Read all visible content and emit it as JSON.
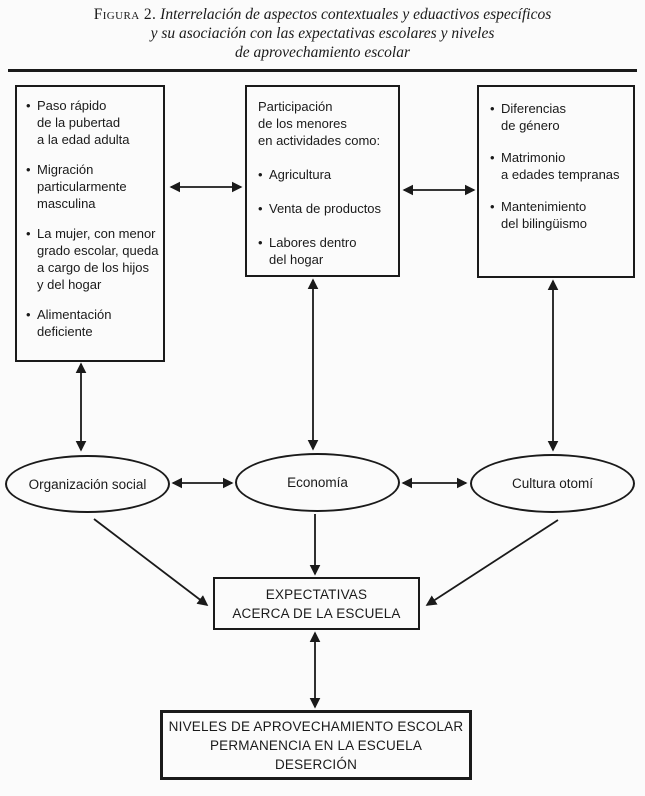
{
  "figure_caption": {
    "label": "Figura 2.",
    "line1": "Interrelación de aspectos contextuales y eduactivos específicos",
    "line2": "y su asociación con las expectativas escolares y niveles",
    "line3": "de aprovechamiento escolar"
  },
  "glyphs": {
    "bullet": "•"
  },
  "colors": {
    "ink": "#1a1a1a",
    "paper": "#fbfbfb"
  },
  "top_boxes": {
    "social_context": {
      "items": [
        "Paso rápido\nde la pubertad\na la edad adulta",
        "Migración\nparticularmente\nmasculina",
        "La mujer, con menor\ngrado escolar, queda\na cargo de los hijos\ny del hogar",
        "Alimentación\ndeficiente"
      ]
    },
    "child_activities": {
      "header": "Participación\nde los menores\nen actividades como:",
      "items": [
        "Agricultura",
        "Venta de productos",
        "Labores dentro\ndel hogar"
      ]
    },
    "cultural_factors": {
      "items": [
        "Diferencias\nde género",
        "Matrimonio\na edades tempranas",
        "Mantenimiento\ndel bilingüismo"
      ]
    }
  },
  "ellipses": {
    "left": "Organización social",
    "center": "Economía",
    "right": "Cultura otomí"
  },
  "outcome_boxes": {
    "expectations": "EXPECTATIVAS\nACERCA DE LA ESCUELA",
    "achievement": "NIVELES DE APROVECHAMIENTO ESCOLAR\nPERMANENCIA EN LA ESCUELA\nDESERCIÓN"
  }
}
